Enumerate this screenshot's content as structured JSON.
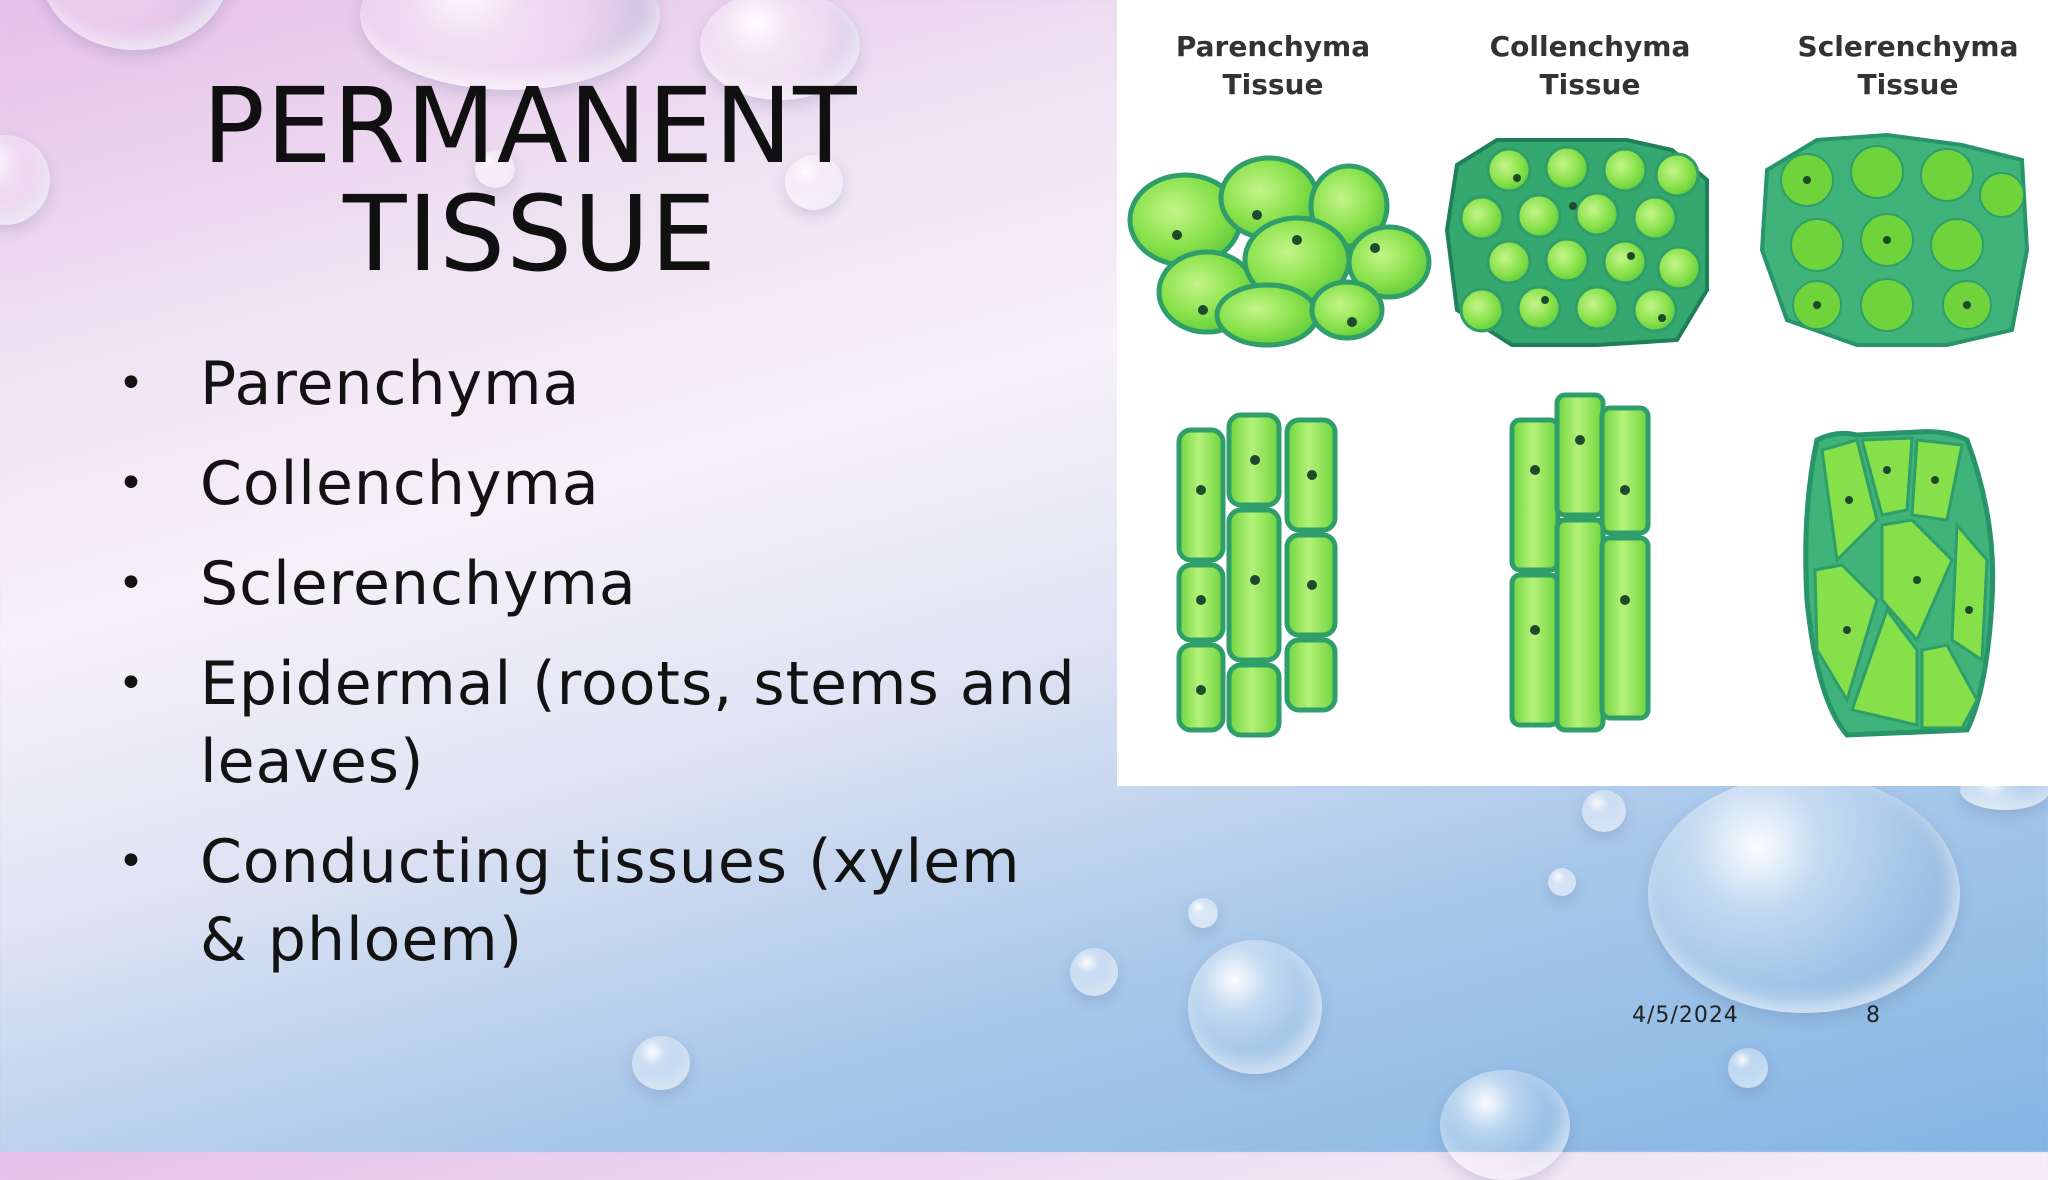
{
  "slide": {
    "title_line1": "PERMANENT",
    "title_line2": "TISSUE",
    "bullets": [
      "Parenchyma",
      "Collenchyma",
      "Sclerenchyma",
      "Epidermal (roots, stems and leaves)",
      "Conducting tissues (xylem & phloem)"
    ],
    "bullet_symbol": "•",
    "date": "4/5/2024",
    "page_number": "8"
  },
  "figure": {
    "labels": [
      {
        "line1": "Parenchyma",
        "line2": "Tissue"
      },
      {
        "line1": "Collenchyma",
        "line2": "Tissue"
      },
      {
        "line1": "Sclerenchyma",
        "line2": "Tissue"
      }
    ],
    "colors": {
      "cell_fill": "#86e04a",
      "cell_light": "#b8f27c",
      "wall": "#2f9e6b",
      "wall_dark": "#1f7f57",
      "nucleus": "#1d4a2c"
    }
  }
}
